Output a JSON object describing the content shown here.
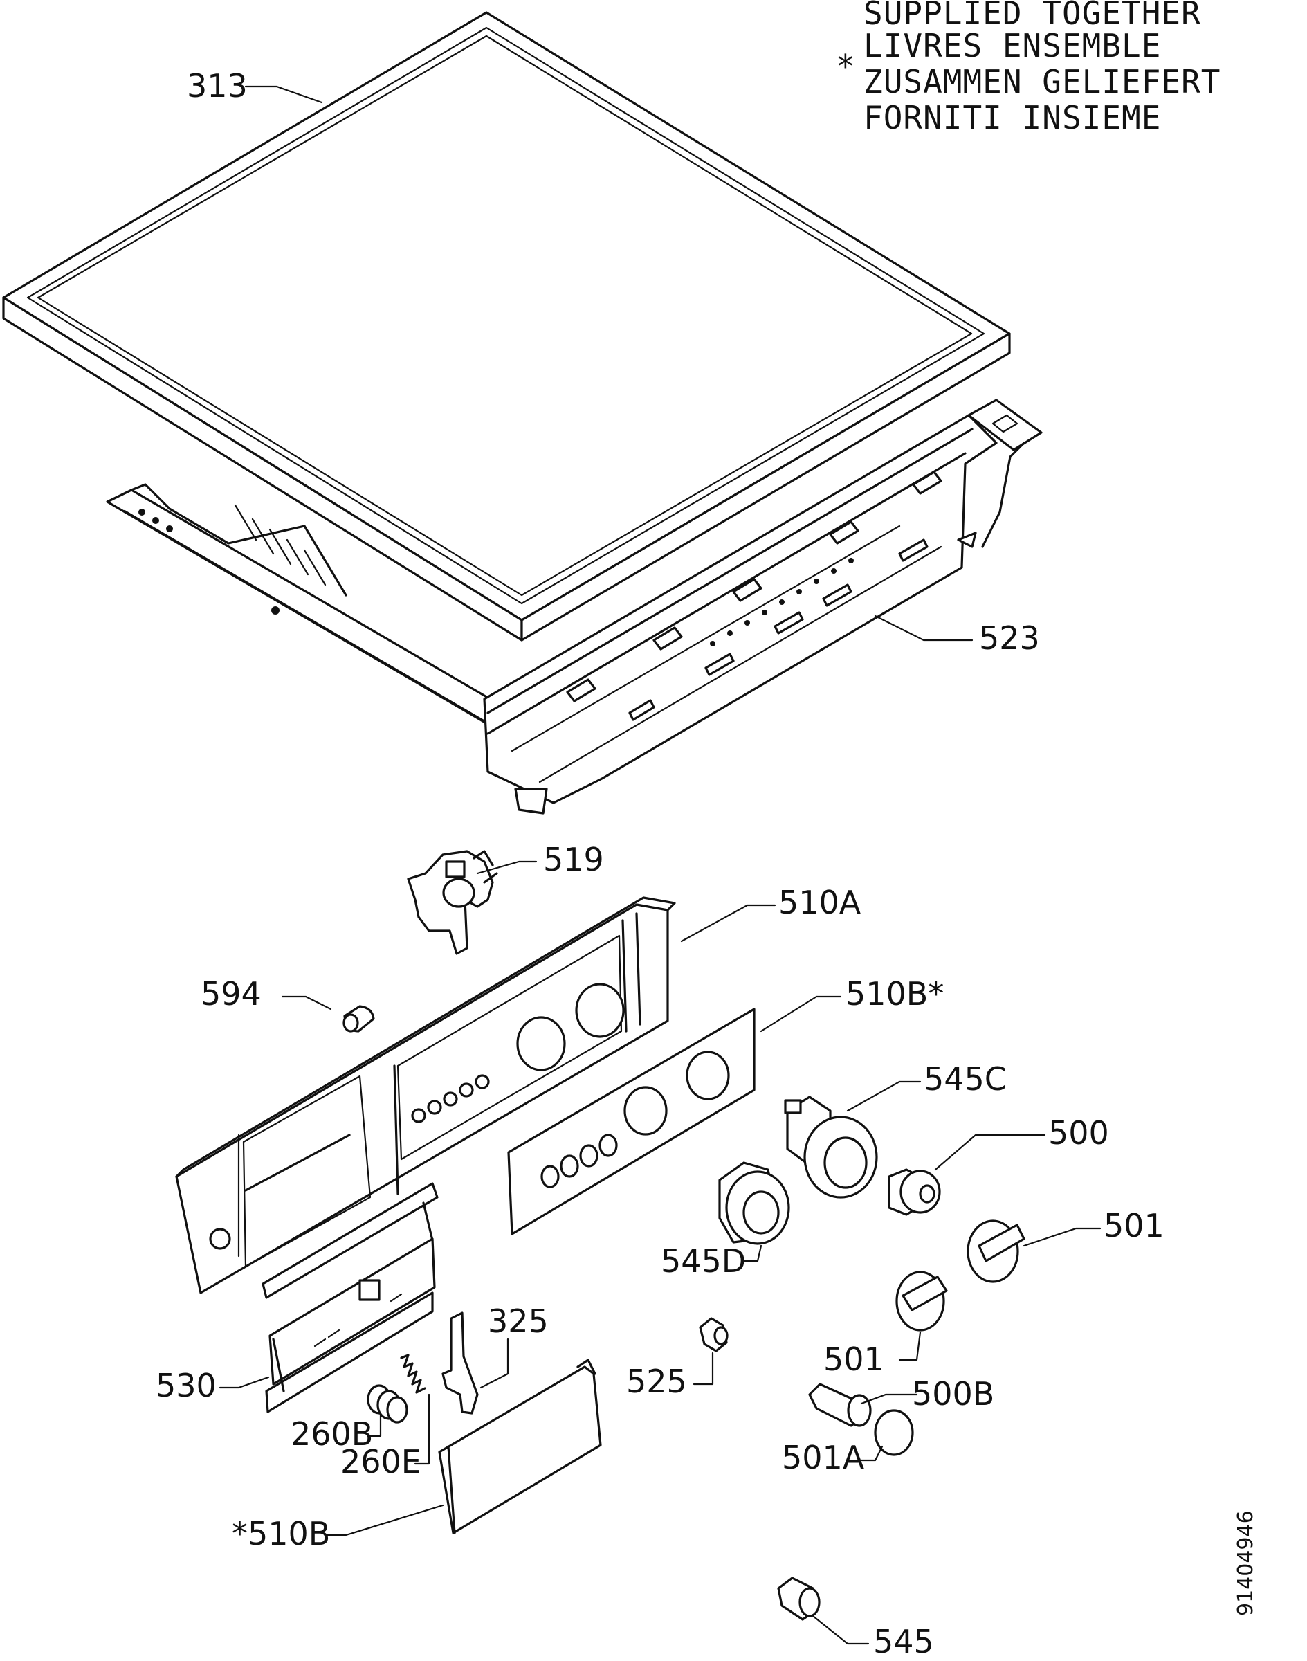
{
  "note": {
    "marker": "*",
    "lines": [
      "SUPPLIED TOGETHER",
      "LIVRES ENSEMBLE",
      "ZUSAMMEN GELIEFERT",
      "FORNITI INSIEME"
    ]
  },
  "labels": {
    "p313": "313",
    "p523": "523",
    "p519": "519",
    "p510A": "510A",
    "p594": "594",
    "p510B_star": "510B*",
    "p545C": "545C",
    "p500": "500",
    "p501_right": "501",
    "p545D": "545D",
    "p325": "325",
    "p501_lower": "501",
    "p530": "530",
    "p525": "525",
    "p500B": "500B",
    "p260B": "260B",
    "p260E": "260E",
    "p501A": "501A",
    "p510B_front": "*510B",
    "p545": "545"
  },
  "drawing_code": "91404946"
}
